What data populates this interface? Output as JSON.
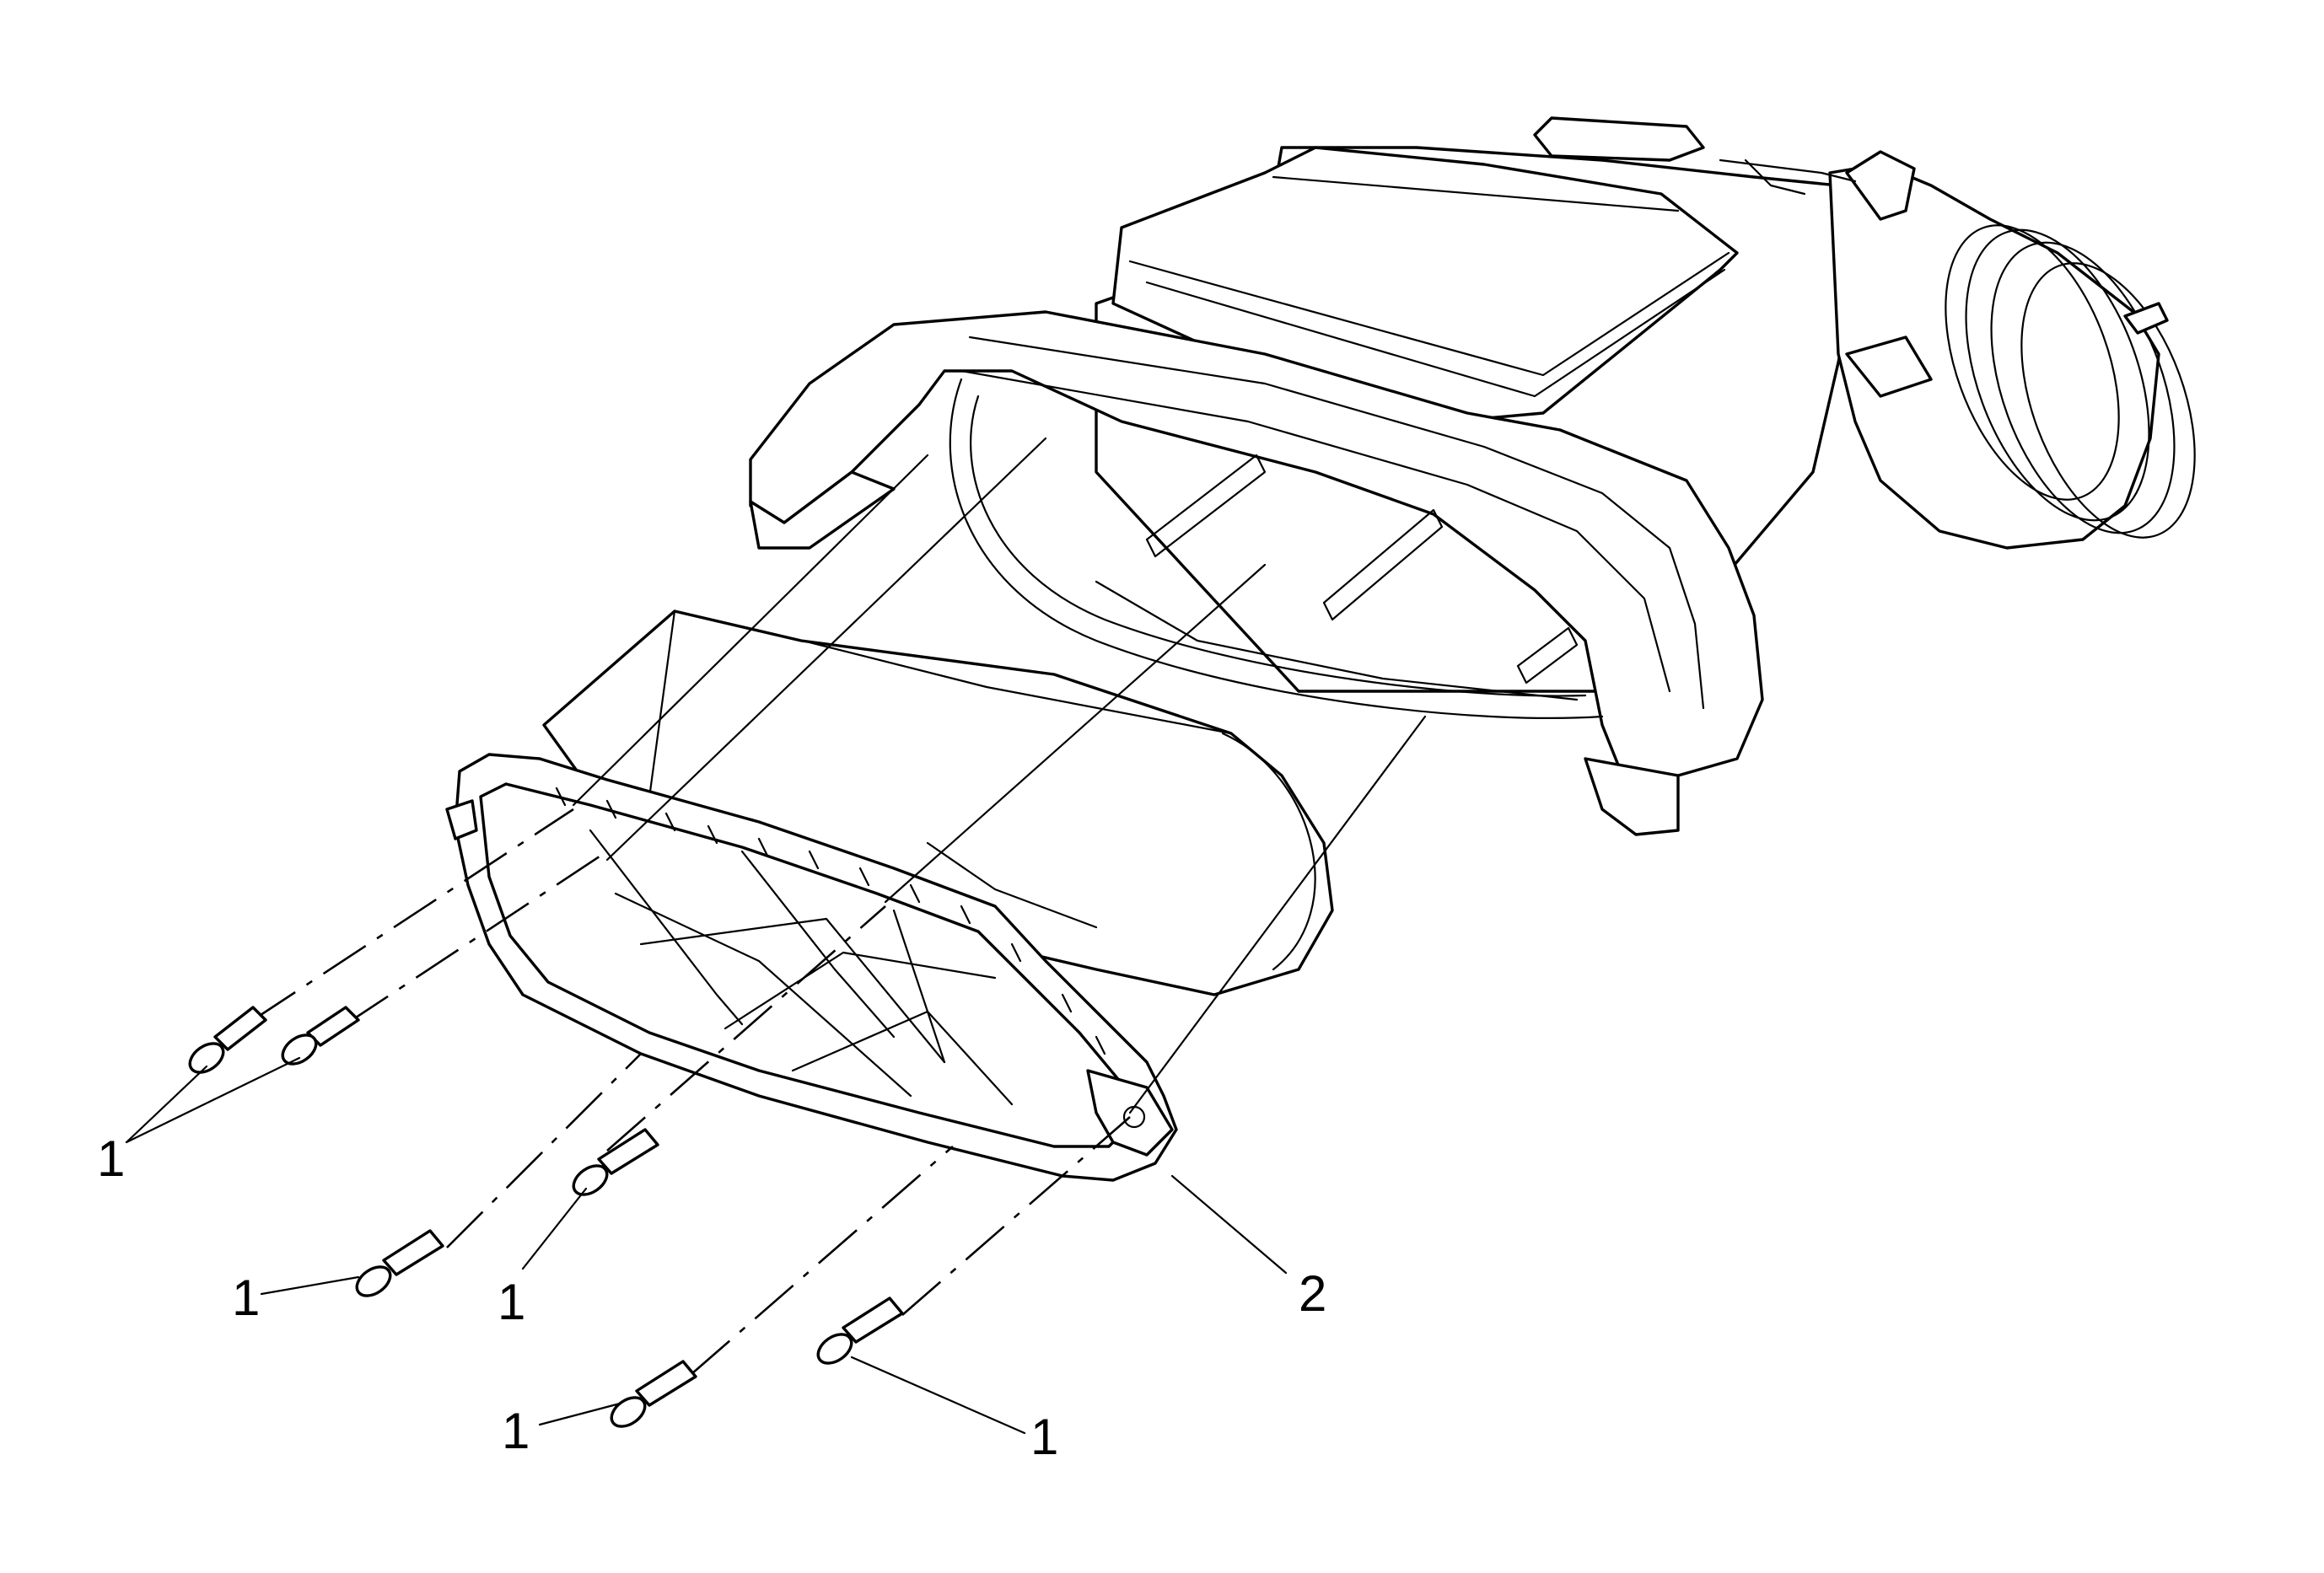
{
  "diagram": {
    "callouts": [
      {
        "id": "c1",
        "label": "1"
      },
      {
        "id": "c2",
        "label": "1"
      },
      {
        "id": "c3",
        "label": "1"
      },
      {
        "id": "c4",
        "label": "1"
      },
      {
        "id": "c5",
        "label": "1"
      },
      {
        "id": "c6",
        "label": "2"
      }
    ]
  }
}
